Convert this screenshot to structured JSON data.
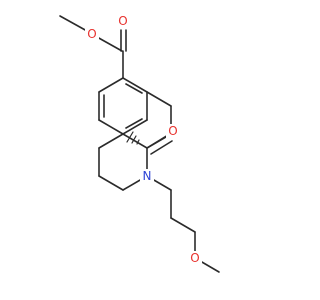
{
  "structure": {
    "atoms": {
      "o_ester_carbonyl": "O",
      "o_ester_methoxy": "O",
      "o_lactam": "O",
      "n_lactam": "N",
      "o_methoxypropyl": "O"
    },
    "stereo_marker": "wedge-hash"
  },
  "colors": {
    "bond": "#2b2b2b",
    "oxygen": "#e8322e",
    "nitrogen": "#2e43d6",
    "background": "#ffffff"
  }
}
